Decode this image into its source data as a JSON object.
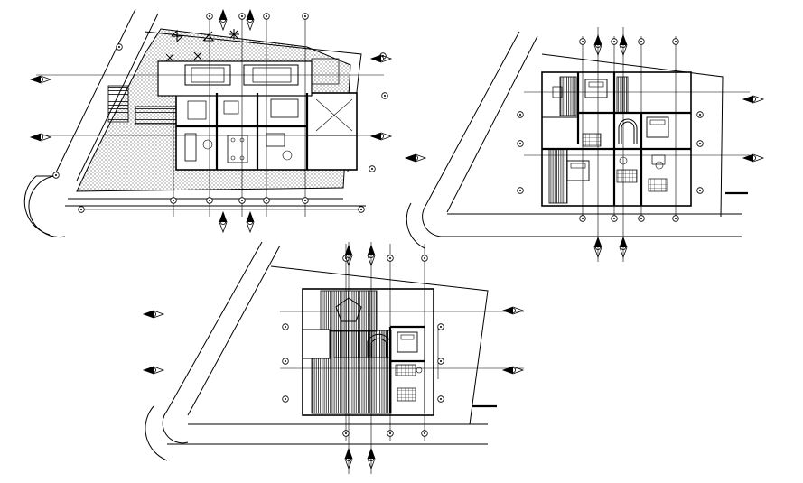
{
  "drawing": {
    "sheets": [
      {
        "id": "ground-floor-plan",
        "grid_bubbles": 16,
        "section_markers": 6
      },
      {
        "id": "first-floor-plan",
        "grid_bubbles": 14,
        "section_markers": 6
      },
      {
        "id": "roof-plan",
        "grid_bubbles": 12,
        "section_markers": 6
      }
    ],
    "colors": {
      "line": "#000000",
      "background": "#ffffff",
      "hatch": "#000000"
    }
  }
}
